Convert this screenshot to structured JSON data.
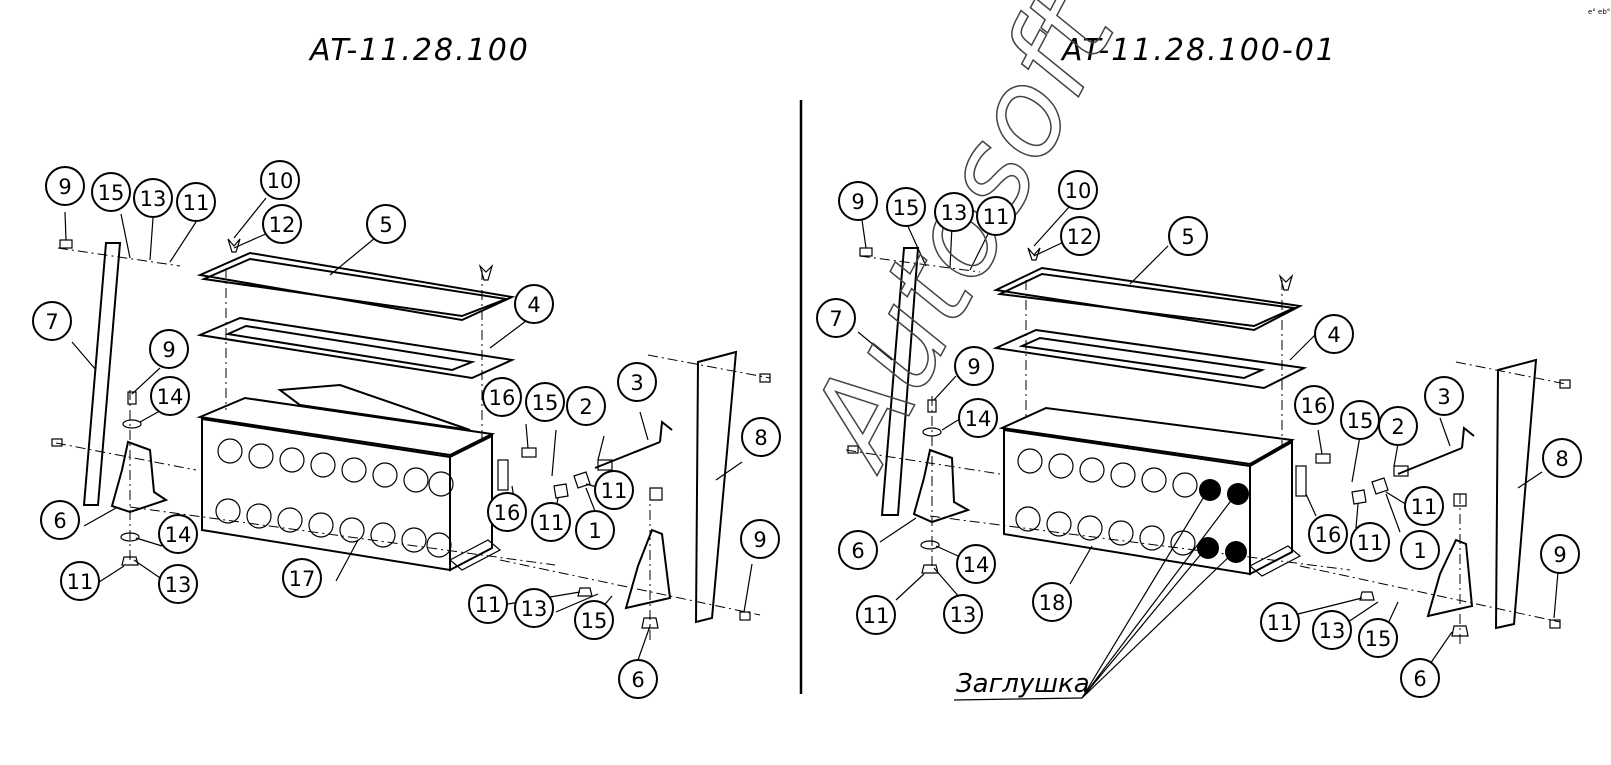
{
  "titles": {
    "left": "AT-11.28.100",
    "right": "AT-11.28.100-01"
  },
  "note_label": "Заглушка",
  "watermark": "Autosoft",
  "corner_mark": "e° eb°",
  "left_callouts": [
    {
      "id": "l9a",
      "label": "9"
    },
    {
      "id": "l15a",
      "label": "15"
    },
    {
      "id": "l13a",
      "label": "13"
    },
    {
      "id": "l11a",
      "label": "11"
    },
    {
      "id": "l10",
      "label": "10"
    },
    {
      "id": "l12",
      "label": "12"
    },
    {
      "id": "l5",
      "label": "5"
    },
    {
      "id": "l4",
      "label": "4"
    },
    {
      "id": "l7",
      "label": "7"
    },
    {
      "id": "l9b",
      "label": "9"
    },
    {
      "id": "l14a",
      "label": "14"
    },
    {
      "id": "l6a",
      "label": "6"
    },
    {
      "id": "l14b",
      "label": "14"
    },
    {
      "id": "l11b",
      "label": "11"
    },
    {
      "id": "l13b",
      "label": "13"
    },
    {
      "id": "l17",
      "label": "17"
    },
    {
      "id": "l16a",
      "label": "16"
    },
    {
      "id": "l15b",
      "label": "15"
    },
    {
      "id": "l2",
      "label": "2"
    },
    {
      "id": "l3",
      "label": "3"
    },
    {
      "id": "l8",
      "label": "8"
    },
    {
      "id": "l11c",
      "label": "11"
    },
    {
      "id": "l16b",
      "label": "16"
    },
    {
      "id": "l11d",
      "label": "11"
    },
    {
      "id": "l1",
      "label": "1"
    },
    {
      "id": "l9c",
      "label": "9"
    },
    {
      "id": "l11e",
      "label": "11"
    },
    {
      "id": "l13c",
      "label": "13"
    },
    {
      "id": "l15c",
      "label": "15"
    },
    {
      "id": "l6b",
      "label": "6"
    }
  ],
  "right_callouts": [
    {
      "id": "r9a",
      "label": "9"
    },
    {
      "id": "r15a",
      "label": "15"
    },
    {
      "id": "r13a",
      "label": "13"
    },
    {
      "id": "r11a",
      "label": "11"
    },
    {
      "id": "r10",
      "label": "10"
    },
    {
      "id": "r12",
      "label": "12"
    },
    {
      "id": "r5",
      "label": "5"
    },
    {
      "id": "r4",
      "label": "4"
    },
    {
      "id": "r7",
      "label": "7"
    },
    {
      "id": "r9b",
      "label": "9"
    },
    {
      "id": "r14a",
      "label": "14"
    },
    {
      "id": "r6a",
      "label": "6"
    },
    {
      "id": "r14b",
      "label": "14"
    },
    {
      "id": "r11b",
      "label": "11"
    },
    {
      "id": "r13b",
      "label": "13"
    },
    {
      "id": "r18",
      "label": "18"
    },
    {
      "id": "r16a",
      "label": "16"
    },
    {
      "id": "r15b",
      "label": "15"
    },
    {
      "id": "r2",
      "label": "2"
    },
    {
      "id": "r3",
      "label": "3"
    },
    {
      "id": "r8",
      "label": "8"
    },
    {
      "id": "r11c",
      "label": "11"
    },
    {
      "id": "r16b",
      "label": "16"
    },
    {
      "id": "r11d",
      "label": "11"
    },
    {
      "id": "r1",
      "label": "1"
    },
    {
      "id": "r9c",
      "label": "9"
    },
    {
      "id": "r11e",
      "label": "11"
    },
    {
      "id": "r13c",
      "label": "13"
    },
    {
      "id": "r15c",
      "label": "15"
    },
    {
      "id": "r6b",
      "label": "6"
    }
  ]
}
